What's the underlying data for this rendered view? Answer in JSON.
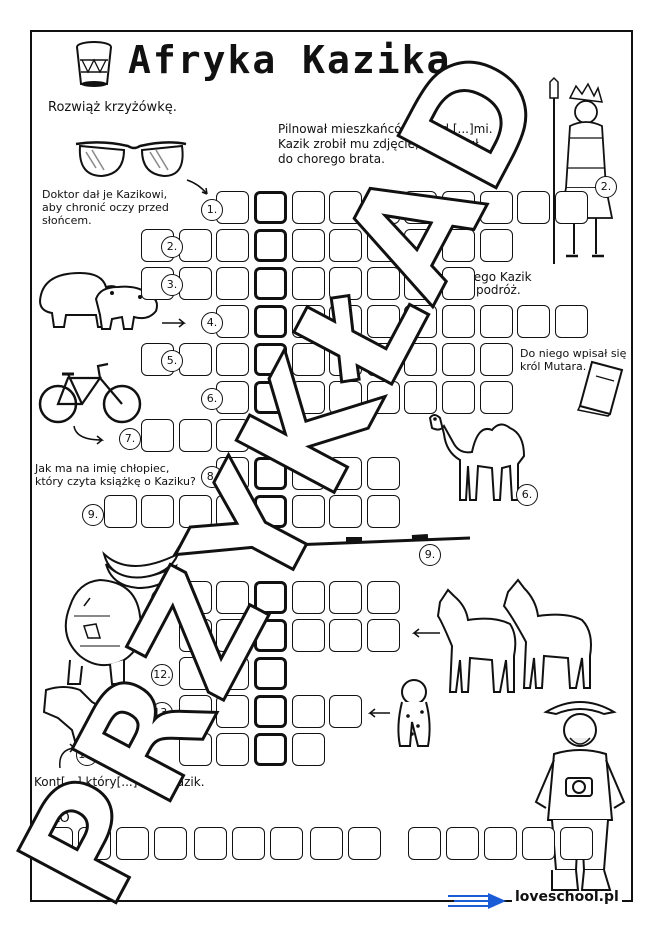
{
  "title": "Afryka Kazika",
  "instruction": "Rozwiąż krzyżówkę.",
  "clues": {
    "c1": "Doktor dał je Kazikowi,\naby chronić oczy przed\nsłońcem.",
    "c2": "Pilnował mieszkańców przed [...]mi.\nKazik zrobił mu zdjęcie, aby mógł\ndo chorego brata.",
    "c4": "Miasto, [...]ego Kazik\nwyruszył w podróż.",
    "c5": "Do niego wpisał się\nkról Mutara.",
    "c8": "Jak ma na imię chłopiec,\nktóry czyta książkę o Kaziku?",
    "c14": "Kont[...] który[...]ował Kazik."
  },
  "solution_label": "SŁO",
  "numbers": [
    "1.",
    "2.",
    "3.",
    "4.",
    "5.",
    "6.",
    "7.",
    "8.",
    "9.",
    "10.",
    "11.",
    "12.",
    "13.",
    "14.",
    "2.",
    "6.",
    "9."
  ],
  "watermark": "PRZYKŁAD",
  "footer": "loveschool.pl",
  "icons": [
    "drum-icon",
    "sunglasses-icon",
    "hippo-icon",
    "bicycle-icon",
    "warrior-icon",
    "book-icon",
    "camel-icon",
    "spear-icon",
    "bananas-icon",
    "lion-icon",
    "horses-icon",
    "cheetah-icon",
    "africa-map-icon",
    "explorer-icon",
    "arrow-icon"
  ]
}
